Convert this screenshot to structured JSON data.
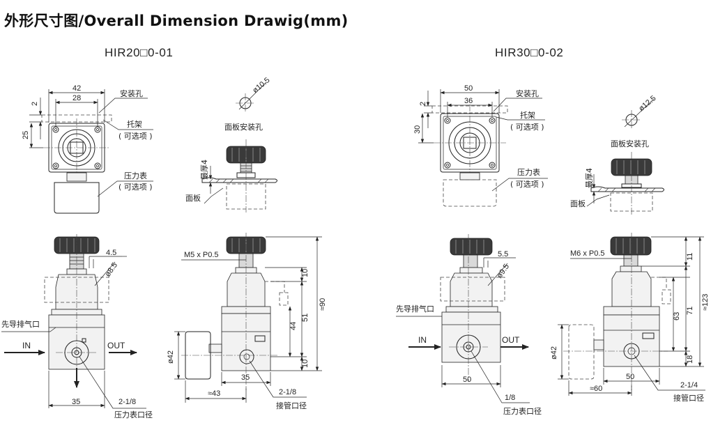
{
  "title": "外形尺寸图/Overall Dimension Drawig(mm)",
  "models": {
    "left": "HIR20□0-01",
    "right": "HIR30□0-02"
  },
  "labels": {
    "mount_hole": "安装孔",
    "bracket": "托架",
    "optional": "( 可选项 )",
    "gauge": "压力表",
    "panel_hole": "面板安装孔",
    "panel_thickness": "最厚4",
    "panel": "面板",
    "pilot_exhaust": "先导排气口",
    "in": "IN",
    "out": "OUT",
    "gauge_port": "压力表口径",
    "pipe_port": "接管口径"
  },
  "left_dims": {
    "w42": "42",
    "w28": "28",
    "h2": "2",
    "h25": "25",
    "hole": "ø10.5",
    "d45": "4.5",
    "d85": "ø8.5",
    "w35": "35",
    "port_bot": "2-1/8",
    "thread": "M5 x P0.5",
    "h10a": "10",
    "h51": "51",
    "h44": "44",
    "h10b": "10",
    "h90": "≈90",
    "dia42": "ø42",
    "w35b": "35",
    "w43": "≈43",
    "port_side": "2-1/8"
  },
  "right_dims": {
    "w50": "50",
    "w36": "36",
    "h2": "2",
    "h30": "30",
    "hole": "ø12.5",
    "d55": "5.5",
    "d95": "ø9.5",
    "w50b": "50",
    "port_bot": "1/8",
    "thread": "M6 x P0.5",
    "h11": "11",
    "h71": "71",
    "h63": "63",
    "h18": "18",
    "h123": "≈123",
    "dia42": "ø42",
    "w50c": "50",
    "w60": "≈60",
    "port_side": "2-1/4"
  }
}
